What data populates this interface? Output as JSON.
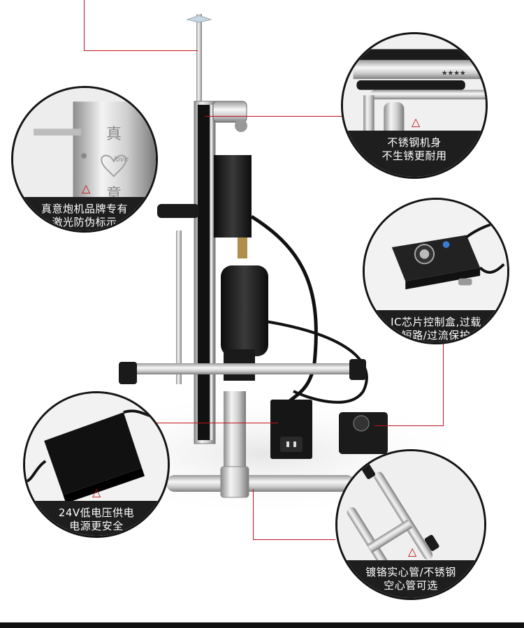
{
  "accent_color": "#c0121a",
  "marker_glyph": "△",
  "callouts": {
    "logo": {
      "line1": "真意炮机品牌专有",
      "line2": "激光防伪标示",
      "plate_char1": "真",
      "plate_char2": "意",
      "plate_badge": "love"
    },
    "steel": {
      "line1": "不锈钢机身",
      "line2": "不生锈更耐用"
    },
    "controller": {
      "line1": "IC芯片控制盒,过载",
      "line2": "短路/过流保护"
    },
    "power": {
      "line1": "24V低电压供电",
      "line2": "电源更安全"
    },
    "tube": {
      "line1": "镀铬实心管/不锈钢",
      "line2": "空心管可选"
    }
  }
}
